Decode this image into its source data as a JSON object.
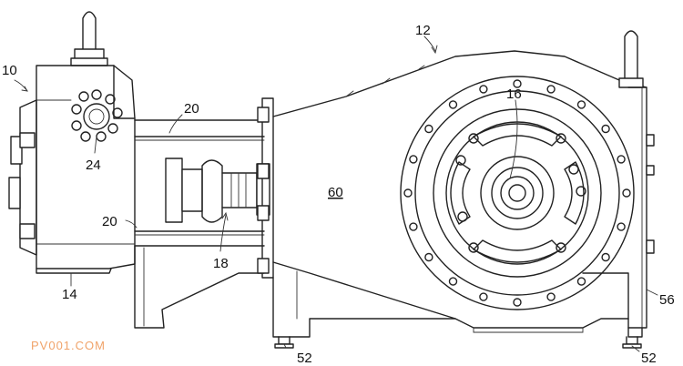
{
  "labels": {
    "l10": "10",
    "l12": "12",
    "l14": "14",
    "l16": "16",
    "l18": "18",
    "l20a": "20",
    "l20b": "20",
    "l24": "24",
    "l52a": "52",
    "l52b": "52",
    "l56": "56",
    "l60": "60"
  },
  "watermark": "PV001.COM",
  "colors": {
    "line": "#222222",
    "watermark": "#f0a36a"
  }
}
